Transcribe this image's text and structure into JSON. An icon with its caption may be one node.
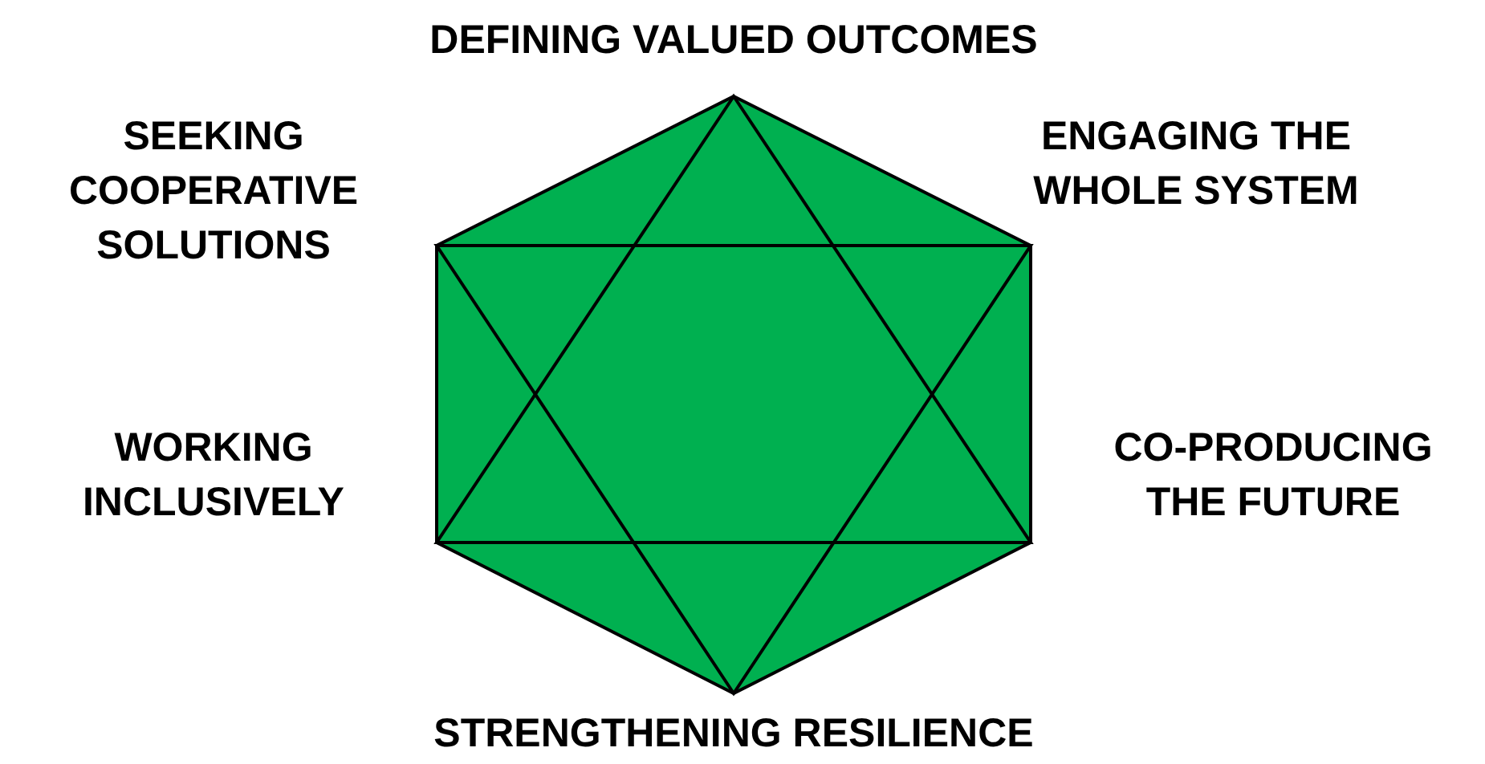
{
  "diagram": {
    "labels": [
      "DEFINING VALUED OUTCOMES",
      "SEEKING COOPERATIVE SOLUTIONS",
      "ENGAGING THE WHOLE SYSTEM",
      "WORKING INCLUSIVELY",
      "CO-PRODUCING THE FUTURE",
      "STRENGTHENING RESILIENCE"
    ]
  }
}
